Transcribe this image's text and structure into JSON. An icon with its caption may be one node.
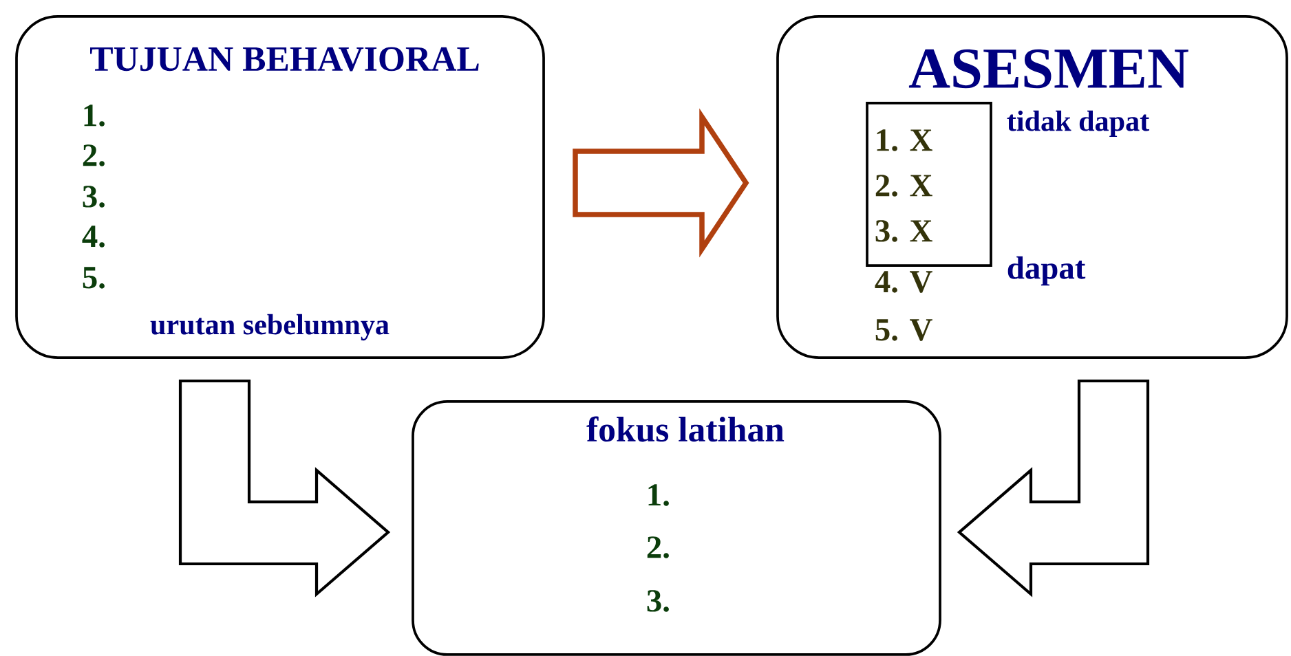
{
  "diagram": {
    "nodes": [
      {
        "text": [
          "TUJUAN BEHAVIORAL",
          "1.",
          "2.",
          "3.",
          "4.",
          "5.",
          "urutan sebelumnya"
        ]
      },
      {
        "text": [
          "ASESMEN",
          "tidak dapat",
          "4. V",
          "dapat",
          "5. V"
        ]
      },
      {
        "text": [
          "1. X",
          "2. X",
          "3. X"
        ],
        "in": 1
      },
      {
        "text": [
          "fokus latihan",
          "1.",
          "2.",
          "3."
        ]
      }
    ],
    "edges": [
      {
        "from": 0,
        "to": 1,
        "arrow": "to",
        "style": "thick",
        "color": "#b0400f"
      },
      {
        "from": 0,
        "to": 3,
        "arrow": "to"
      },
      {
        "from": 1,
        "to": 3,
        "arrow": "to"
      }
    ]
  }
}
